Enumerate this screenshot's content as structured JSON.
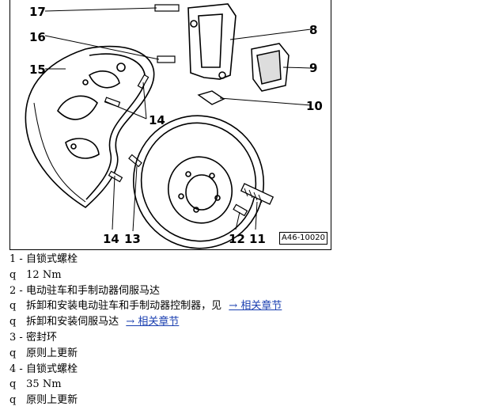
{
  "figure": {
    "id_label": "A46-10020",
    "callouts": [
      "17",
      "16",
      "15",
      "14",
      "8",
      "9",
      "10",
      "14",
      "13",
      "12",
      "11"
    ]
  },
  "legend": [
    {
      "type": "item",
      "num": "1 -",
      "text": "自锁式螺栓"
    },
    {
      "type": "detail",
      "bullet": "q",
      "text": "12 Nm"
    },
    {
      "type": "item",
      "num": "2 -",
      "text": "电动驻车和手制动器伺服马达"
    },
    {
      "type": "detail",
      "bullet": "q",
      "text": "拆卸和安装电动驻车和手制动器控制器，见",
      "link": "→ 相关章节"
    },
    {
      "type": "detail",
      "bullet": "q",
      "text": "拆卸和安装伺服马达",
      "link": "→ 相关章节"
    },
    {
      "type": "item",
      "num": "3 -",
      "text": "密封环"
    },
    {
      "type": "detail",
      "bullet": "q",
      "text": "原则上更新"
    },
    {
      "type": "item",
      "num": "4 -",
      "text": "自锁式螺栓"
    },
    {
      "type": "detail",
      "bullet": "q",
      "text": "35 Nm"
    },
    {
      "type": "detail",
      "bullet": "q",
      "text": "原则上更新"
    }
  ]
}
